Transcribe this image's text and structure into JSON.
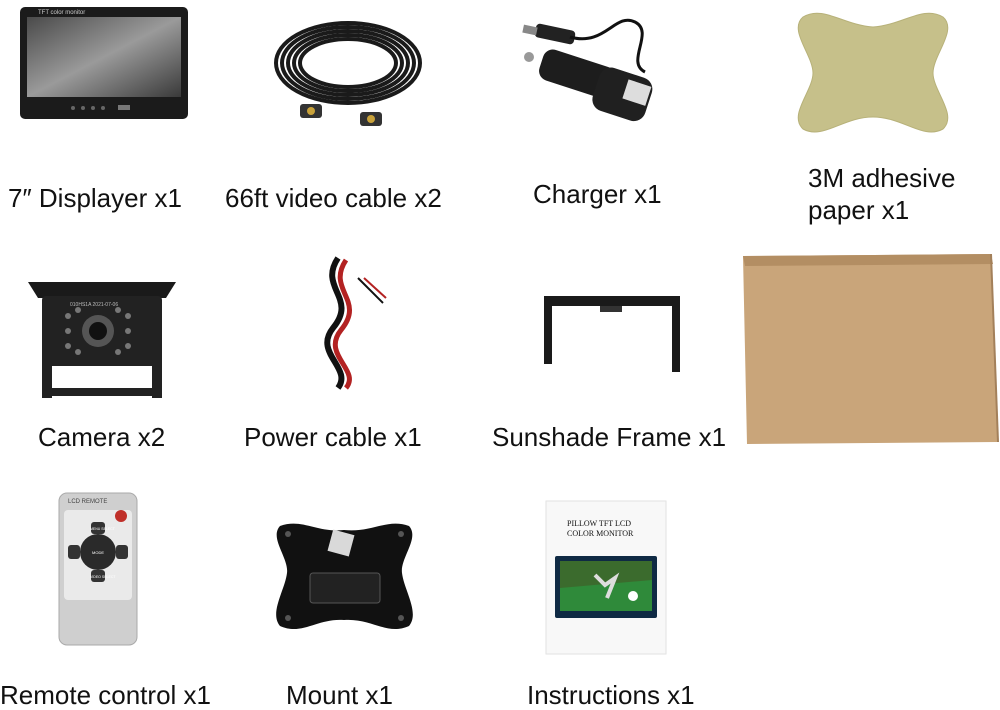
{
  "items": [
    {
      "id": "displayer",
      "label": "7″ Displayer x1",
      "icon": "monitor-icon",
      "screen_text": "TFT color monitor"
    },
    {
      "id": "video-cable",
      "label": "66ft video cable x2",
      "icon": "coiled-cable-icon"
    },
    {
      "id": "charger",
      "label": "Charger x1",
      "icon": "car-charger-icon"
    },
    {
      "id": "adhesive",
      "label": "3M adhesive paper x1",
      "icon": "adhesive-pad-icon"
    },
    {
      "id": "camera",
      "label": "Camera x2",
      "icon": "camera-icon",
      "stamp_text": "010HS1A    2021-07-06"
    },
    {
      "id": "power-cable",
      "label": "Power cable x1",
      "icon": "power-cable-icon"
    },
    {
      "id": "sunshade",
      "label": "Sunshade Frame x1",
      "icon": "sunshade-frame-icon"
    },
    {
      "id": "box",
      "label": "",
      "icon": "cardboard-box-icon"
    },
    {
      "id": "remote",
      "label": "Remote control x1",
      "icon": "remote-icon",
      "brand_text": "LCD REMOTE",
      "btn_top": "MENU SELECT",
      "btn_mid": "MODE",
      "btn_bottom": "VIDEO SELECT"
    },
    {
      "id": "mount",
      "label": "Mount x1",
      "icon": "mount-bracket-icon"
    },
    {
      "id": "instructions",
      "label": "Instructions x1",
      "icon": "manual-icon",
      "title_line1": "PILLOW TFT LCD",
      "title_line2": "COLOR MONITOR"
    }
  ],
  "colors": {
    "text": "#111111",
    "cardboard": "#c9a57a",
    "adhesive": "#c6c08a",
    "device": "#1a1a1a"
  }
}
